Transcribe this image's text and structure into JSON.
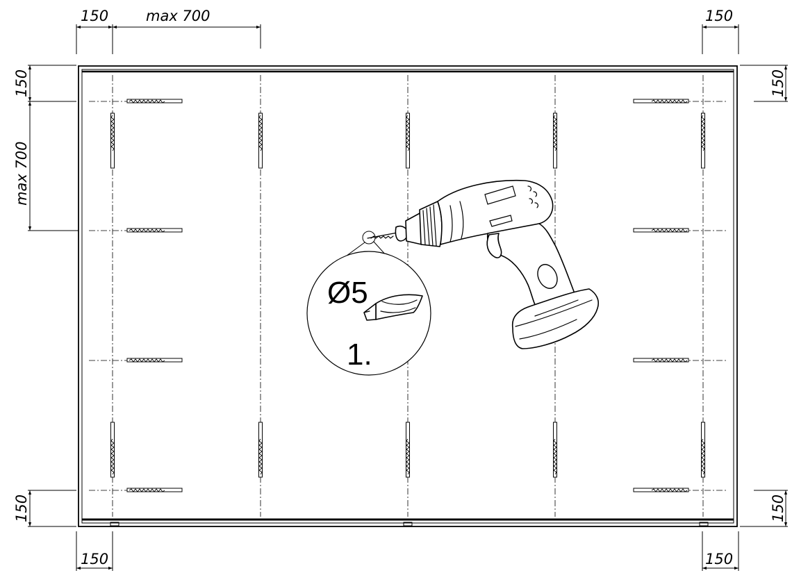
{
  "drawing": {
    "dimensions": {
      "top_left_margin": "150",
      "top_max": "max 700",
      "top_right_margin": "150",
      "left_top_margin": "150",
      "left_max": "max 700",
      "right_top_margin": "150",
      "left_bottom_margin": "150",
      "right_bottom_margin": "150",
      "bottom_left_margin": "150",
      "bottom_right_margin": "150"
    },
    "detail": {
      "drill_diameter": "Ø5",
      "step_number": "1."
    },
    "icons": [
      "cordless-drill-icon",
      "drill-bit-icon"
    ],
    "colors": {
      "line": "#000000",
      "background": "#ffffff"
    }
  }
}
